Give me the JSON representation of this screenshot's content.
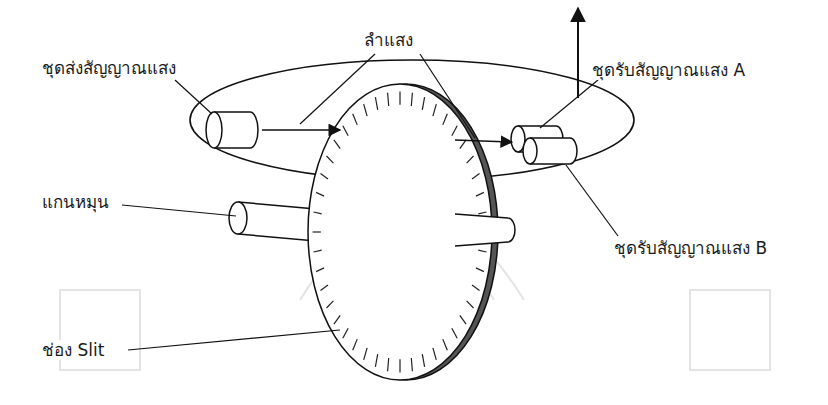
{
  "diagram": {
    "labels": [
      "ลำแสง",
      "ชุดส่งสัญญาณแสง",
      "ชุดรับสัญญาณแสง A",
      "แกนหมุน",
      "ชุดรับสัญญาณแสง B",
      "ช่อง Slit"
    ]
  }
}
